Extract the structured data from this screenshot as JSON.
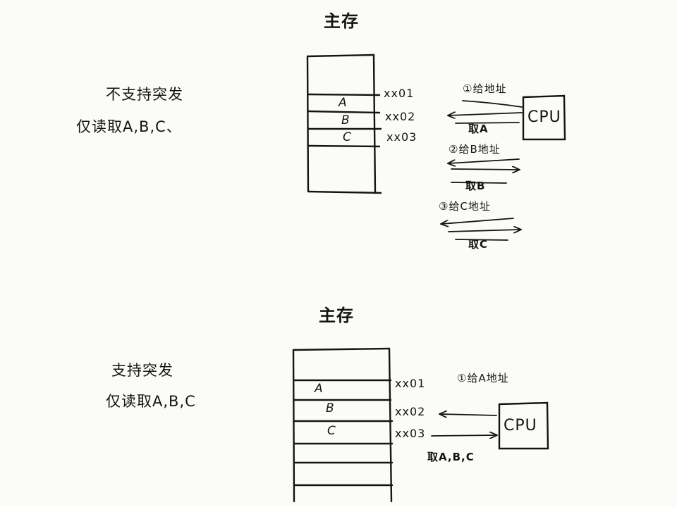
{
  "top_diagram": {
    "title": "主存",
    "note_line1": "不支持突发",
    "note_line2": "仅读取A,B,C、",
    "cells": [
      "A",
      "B",
      "C"
    ],
    "addresses": [
      "xx01",
      "xx02",
      "xx03"
    ],
    "cpu_label": "CPU",
    "steps": [
      {
        "request": "①给地址",
        "response": "取A"
      },
      {
        "request": "②给B地址",
        "response": "取B"
      },
      {
        "request": "③给C地址",
        "response": "取C"
      }
    ]
  },
  "bottom_diagram": {
    "title": "主存",
    "note_line1": "支持突发",
    "note_line2": "仅读取A,B,C",
    "cells": [
      "A",
      "B",
      "C"
    ],
    "addresses": [
      "xx01",
      "xx02",
      "xx03"
    ],
    "cpu_label": "CPU",
    "request": "①给A地址",
    "response": "取A,B,C"
  },
  "colors": {
    "ink": "#141414",
    "paper": "#fbfbf8"
  }
}
